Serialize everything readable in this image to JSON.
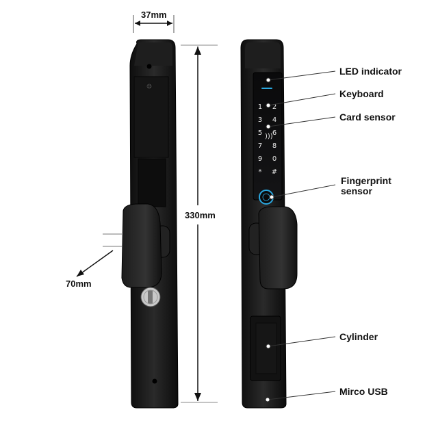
{
  "dimensions": {
    "width": "37mm",
    "height": "330mm",
    "depth": "70mm"
  },
  "labels": {
    "led": "LED indicator",
    "keyboard": "Keyboard",
    "card": "Card sensor",
    "fingerprint_line1": "Fingerprint",
    "fingerprint_line2": "sensor",
    "cylinder": "Cylinder",
    "usb": "Mirco USB"
  },
  "keypad": {
    "keys": [
      "1",
      "2",
      "3",
      "4",
      "5",
      "6",
      "7",
      "8",
      "9",
      "0",
      "*",
      "#"
    ]
  },
  "colors": {
    "body": "#1a1a1a",
    "panel": "#0b0b0c",
    "accent": "#2aa8e0"
  }
}
